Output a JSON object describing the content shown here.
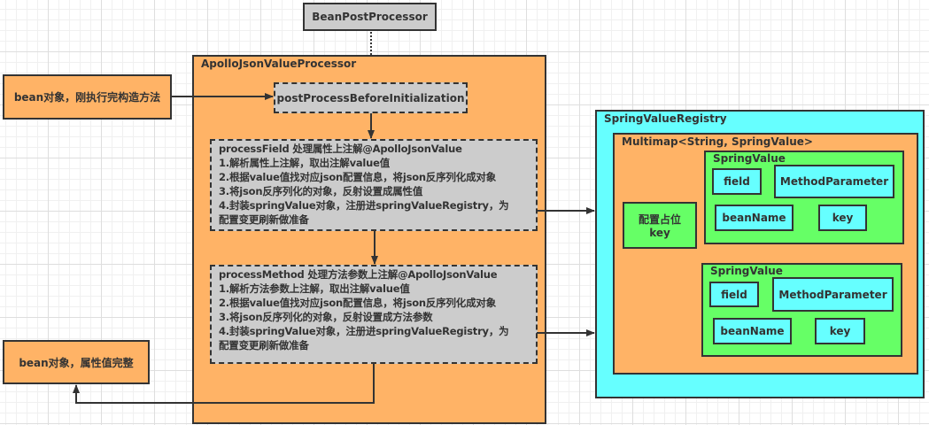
{
  "nodes": {
    "bean_post_processor": "BeanPostProcessor",
    "bean_input": "bean对象，刚执行完构造方法",
    "bean_output": "bean对象，属性值完整",
    "apollo_processor": {
      "title": "ApolloJsonValueProcessor",
      "post_process": "postProcessBeforeInitialization",
      "process_field": {
        "lines": [
          "processField 处理属性上注解@ApolloJsonValue",
          "1.解析属性上注解，取出注解value值",
          "2.根据value值找对应json配置信息，将json反序列化成对象",
          "3.将json反序列化的对象，反射设置成属性值",
          "4.封装springValue对象，注册进springValueRegistry，为",
          "配置变更刷新做准备"
        ]
      },
      "process_method": {
        "lines": [
          "processMethod 处理方法参数上注解@ApolloJsonValue",
          "1.解析方法参数上注解，取出注解value值",
          "2.根据value值找对应json配置信息，将json反序列化成对象",
          "3.将json反序列化的对象，反射设置成方法参数",
          "4.封装springValue对象，注册进springValueRegistry，为",
          "配置变更刷新做准备"
        ]
      }
    },
    "registry": {
      "title": "SpringValueRegistry",
      "multimap": {
        "title": "Multimap<String, SpringValue>",
        "key_label_line1": "配置占位",
        "key_label_line2": "key",
        "spring_values": [
          {
            "title": "SpringValue",
            "field": "field",
            "method_parameter": "MethodParameter",
            "bean_name": "beanName",
            "key": "key"
          },
          {
            "title": "SpringValue",
            "field": "field",
            "method_parameter": "MethodParameter",
            "bean_name": "beanName",
            "key": "key"
          }
        ]
      }
    }
  },
  "colors": {
    "orange": "#ffb366",
    "gray": "#cccccc",
    "cyan": "#66ffff",
    "green": "#66ff66",
    "stroke": "#333333"
  }
}
